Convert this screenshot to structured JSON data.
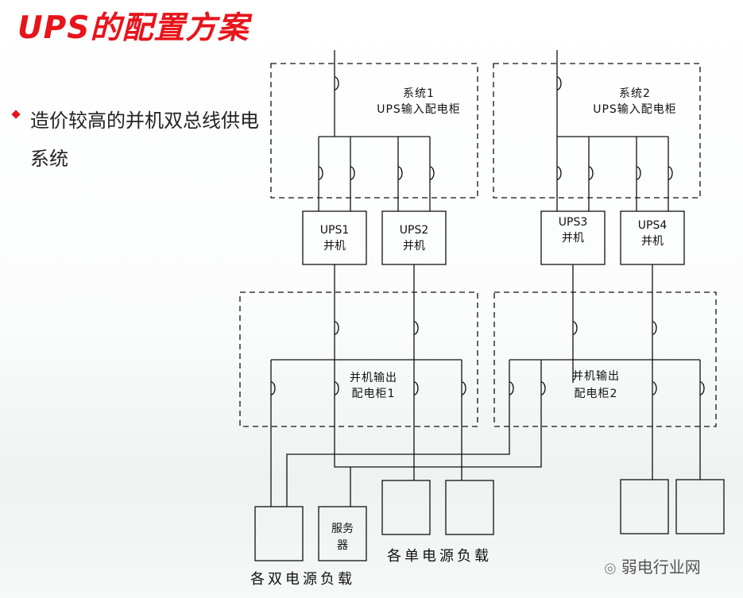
{
  "slide": {
    "title": "UPS的配置方案",
    "bullet": "造价较高的并机双总线供电系统"
  },
  "cabinets": {
    "input1": [
      "系统1",
      "UPS输入配电柜"
    ],
    "input2": [
      "系统2",
      "UPS输入配电柜"
    ],
    "output1": [
      "并机输出",
      "配电柜1"
    ],
    "output2": [
      "并机输出",
      "配电柜2"
    ]
  },
  "ups": [
    [
      "UPS1",
      "并机"
    ],
    [
      "UPS2",
      "并机"
    ],
    [
      "UPS3",
      "并机"
    ],
    [
      "UPS4",
      "并机"
    ]
  ],
  "loads": {
    "server": [
      "服务",
      "器"
    ],
    "dual_label": "各双电源负载",
    "single_label": "各单电源负载"
  },
  "watermark": {
    "icon": "wechat-icon",
    "text": "弱电行业网"
  },
  "colors": {
    "title": "#e8141b",
    "line": "#111111"
  }
}
